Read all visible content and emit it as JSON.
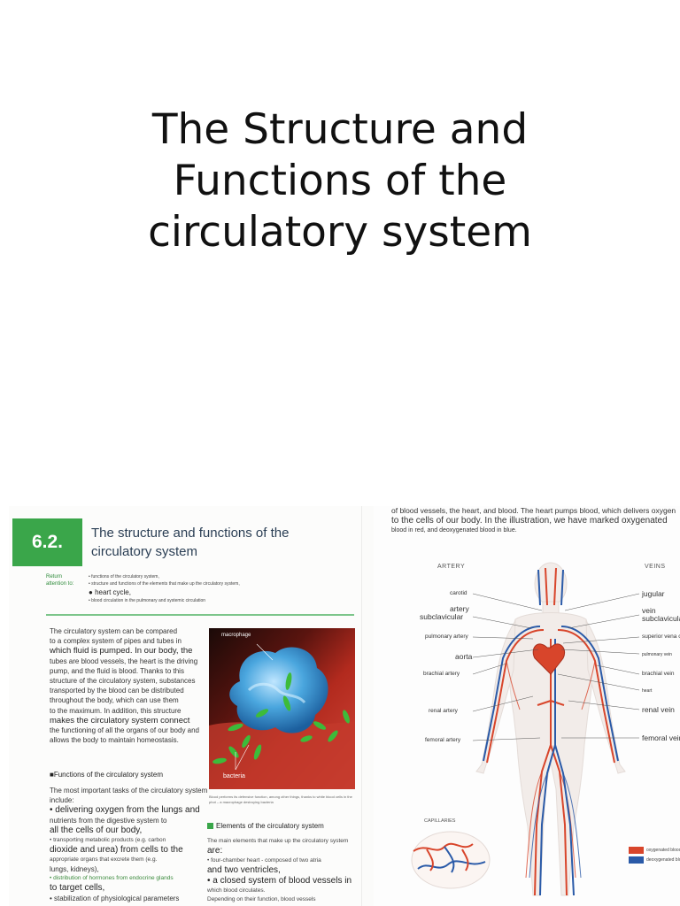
{
  "slide": {
    "title_lines": [
      "The Structure and",
      "Functions of the",
      "circulatory system"
    ]
  },
  "textbook": {
    "section_number": "6.2.",
    "section_title": "The structure and functions of the circulatory system",
    "return_label": "Return attention to:",
    "return_items": [
      "• functions of the circulatory system,",
      "• structure and functions of the elements that make up the circulatory system,",
      "heart cycle,",
      "• blood circulation in the pulmonary and systemic circulation"
    ],
    "intro_paragraph": [
      {
        "text": "The circulatory system can be compared",
        "style": "n"
      },
      {
        "text": "to a complex system of pipes and tubes in",
        "style": "n"
      },
      {
        "text": "which fluid is pumped. In our body, the",
        "style": "lg"
      },
      {
        "text": "tubes are blood vessels, the heart is the driving",
        "style": "n"
      },
      {
        "text": "pump, and the fluid is blood. Thanks to this",
        "style": "n"
      },
      {
        "text": "structure of the circulatory system, substances",
        "style": "n"
      },
      {
        "text": "transported by the blood can be distributed",
        "style": "n"
      },
      {
        "text": "throughout the body, which can use them",
        "style": "n"
      },
      {
        "text": "to the maximum. In addition, this structure",
        "style": "n"
      },
      {
        "text": "makes the circulatory system connect",
        "style": "lg"
      },
      {
        "text": "the functioning of all the organs of our body and",
        "style": "n"
      },
      {
        "text": "allows the body to maintain homeostasis.",
        "style": "n"
      }
    ],
    "photo_labels": {
      "macrophage": "macrophage",
      "bacteria": "bacteria"
    },
    "photo_caption": "Blood performs its defensive function, among other things, thanks to white blood cells in the phot – a macrophage destroying bacteria",
    "functions_heading": "Functions of the circulatory system",
    "functions_intro": "The most important tasks of the circulatory system include:",
    "functions_items": [
      {
        "text": "• delivering oxygen from the lungs and",
        "style": "b"
      },
      {
        "text": "nutrients from the digestive system to",
        "style": "p"
      },
      {
        "text": "all the cells of our body,",
        "style": "b"
      },
      {
        "text": "• transporting metabolic products (e.g. carbon",
        "style": "sm"
      },
      {
        "text": "dioxide and urea) from cells to the",
        "style": "b"
      },
      {
        "text": "appropriate organs that excrete them (e.g.",
        "style": "sm"
      },
      {
        "text": "lungs, kidneys),",
        "style": "p"
      },
      {
        "text": "• distribution of hormones from endocrine glands",
        "style": "gr"
      },
      {
        "text": "to target cells,",
        "style": "b"
      },
      {
        "text": "• stabilization of physiological parameters",
        "style": "p"
      }
    ],
    "elements_heading": "Elements of the circulatory system",
    "elements_items": [
      {
        "text": "The main elements that make up the circulatory system",
        "style": "sm"
      },
      {
        "text": "are:",
        "style": "b"
      },
      {
        "text": "• four-chamber heart - composed of two atria",
        "style": "sm"
      },
      {
        "text": "and two ventricles,",
        "style": "b"
      },
      {
        "text": "• a closed system of blood vessels in",
        "style": "b"
      },
      {
        "text": "which blood circulates.",
        "style": "sm"
      },
      {
        "text": "Depending on their function, blood vessels",
        "style": "sm"
      }
    ],
    "right_intro": [
      "of blood vessels, the heart, and blood. The heart pumps blood, which delivers oxygen",
      "to the cells of our body. In the illustration, we have marked oxygenated",
      "blood in red, and deoxygenated blood in blue."
    ],
    "artery_header": "ARTERY",
    "veins_header": "VEINS",
    "artery_labels": [
      "carotid",
      "artery",
      "subclavicular",
      "pulmonary artery",
      "aorta",
      "brachial artery",
      "renal artery",
      "femoral artery"
    ],
    "vein_labels": [
      "jugular",
      "vein",
      "subclavicular",
      "superior vena cava",
      "pulmonary vein",
      "brachial vein",
      "heart",
      "renal vein",
      "femoral vein"
    ],
    "capillaries_label": "CAPILLARIES",
    "legend": [
      {
        "label": "oxygenated blood",
        "color": "#d8452b"
      },
      {
        "label": "deoxygenated blood",
        "color": "#2a5aa8"
      }
    ]
  },
  "colors": {
    "section_green": "#3aa64a",
    "artery_red": "#d8452b",
    "vein_blue": "#2a5aa8"
  }
}
